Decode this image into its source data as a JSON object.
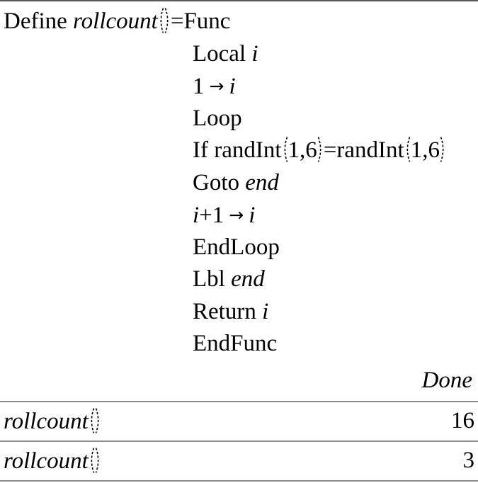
{
  "colors": {
    "background": "#ffffff",
    "text": "#000000",
    "separator": "#8c8c8c",
    "top_border": "#595959"
  },
  "program": {
    "lines": [
      {
        "indent": false,
        "segments": [
          {
            "text": "Define ",
            "style": "r"
          },
          {
            "text": "rollcount",
            "style": "i"
          },
          {
            "paren": "open"
          },
          {
            "paren": "close"
          },
          {
            "text": "=Func",
            "style": "r"
          }
        ]
      },
      {
        "indent": true,
        "segments": [
          {
            "text": "Local ",
            "style": "r"
          },
          {
            "text": "i",
            "style": "i"
          }
        ]
      },
      {
        "indent": true,
        "segments": [
          {
            "text": "1",
            "style": "r"
          },
          {
            "text": "→",
            "style": "arrow"
          },
          {
            "text": "i",
            "style": "i"
          }
        ]
      },
      {
        "indent": true,
        "segments": [
          {
            "text": "Loop",
            "style": "r"
          }
        ]
      },
      {
        "indent": true,
        "segments": [
          {
            "text": "If randInt",
            "style": "r"
          },
          {
            "paren": "open"
          },
          {
            "text": "1,6",
            "style": "r"
          },
          {
            "paren": "close"
          },
          {
            "text": "=randInt",
            "style": "r"
          },
          {
            "paren": "open"
          },
          {
            "text": "1,6",
            "style": "r"
          },
          {
            "paren": "close"
          }
        ]
      },
      {
        "indent": true,
        "segments": [
          {
            "text": "Goto ",
            "style": "r"
          },
          {
            "text": "end",
            "style": "i"
          }
        ]
      },
      {
        "indent": true,
        "segments": [
          {
            "text": "i",
            "style": "i"
          },
          {
            "text": "+1",
            "style": "r"
          },
          {
            "text": "→",
            "style": "arrow"
          },
          {
            "text": "i",
            "style": "i"
          }
        ]
      },
      {
        "indent": true,
        "segments": [
          {
            "text": "EndLoop",
            "style": "r"
          }
        ]
      },
      {
        "indent": true,
        "segments": [
          {
            "text": "Lbl ",
            "style": "r"
          },
          {
            "text": "end",
            "style": "i"
          }
        ]
      },
      {
        "indent": true,
        "segments": [
          {
            "text": "Return ",
            "style": "r"
          },
          {
            "text": "i",
            "style": "i"
          }
        ]
      },
      {
        "indent": true,
        "segments": [
          {
            "text": "EndFunc",
            "style": "r"
          }
        ]
      },
      {
        "align": "right",
        "segments": [
          {
            "text": "Done",
            "style": "i"
          }
        ]
      }
    ]
  },
  "history": [
    {
      "name": "rollcount",
      "args": "()",
      "value": "16"
    },
    {
      "name": "rollcount",
      "args": "()",
      "value": "3"
    }
  ]
}
